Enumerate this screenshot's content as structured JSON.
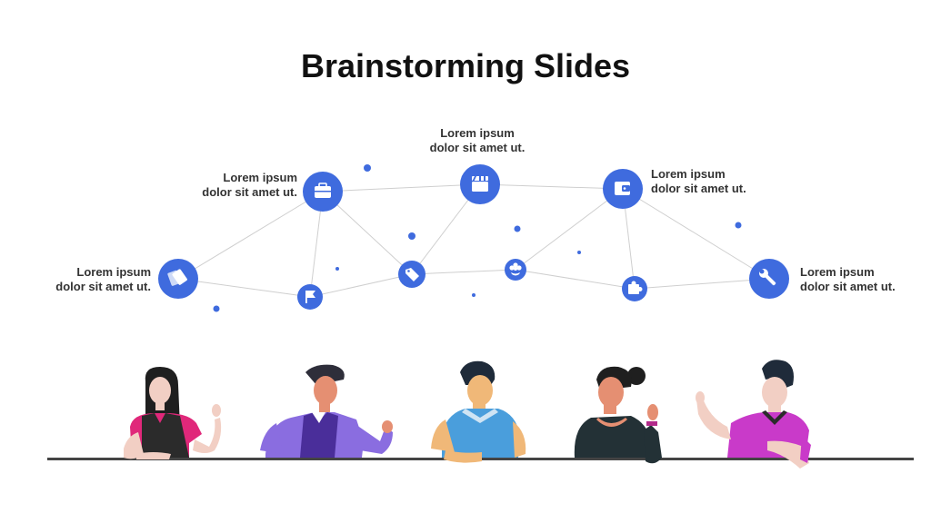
{
  "title": "Brainstorming Slides",
  "colors": {
    "node": "#3f6bde",
    "line": "#cfcfcf",
    "table": "#444444"
  },
  "ideas": [
    {
      "line1": "Lorem ipsum",
      "line2": "dolor sit amet ut.",
      "icon": "cards-icon"
    },
    {
      "line1": "Lorem ipsum",
      "line2": "dolor sit amet ut.",
      "icon": "briefcase-icon"
    },
    {
      "line1": "Lorem ipsum",
      "line2": "dolor sit amet ut.",
      "icon": "clapperboard-icon"
    },
    {
      "line1": "Lorem ipsum",
      "line2": "dolor sit amet ut.",
      "icon": "wallet-icon"
    },
    {
      "line1": "Lorem ipsum",
      "line2": "dolor sit amet ut.",
      "icon": "wrench-icon"
    }
  ],
  "small_icons": [
    "flag-icon",
    "tag-icon",
    "flower-icon",
    "puzzle-icon"
  ]
}
